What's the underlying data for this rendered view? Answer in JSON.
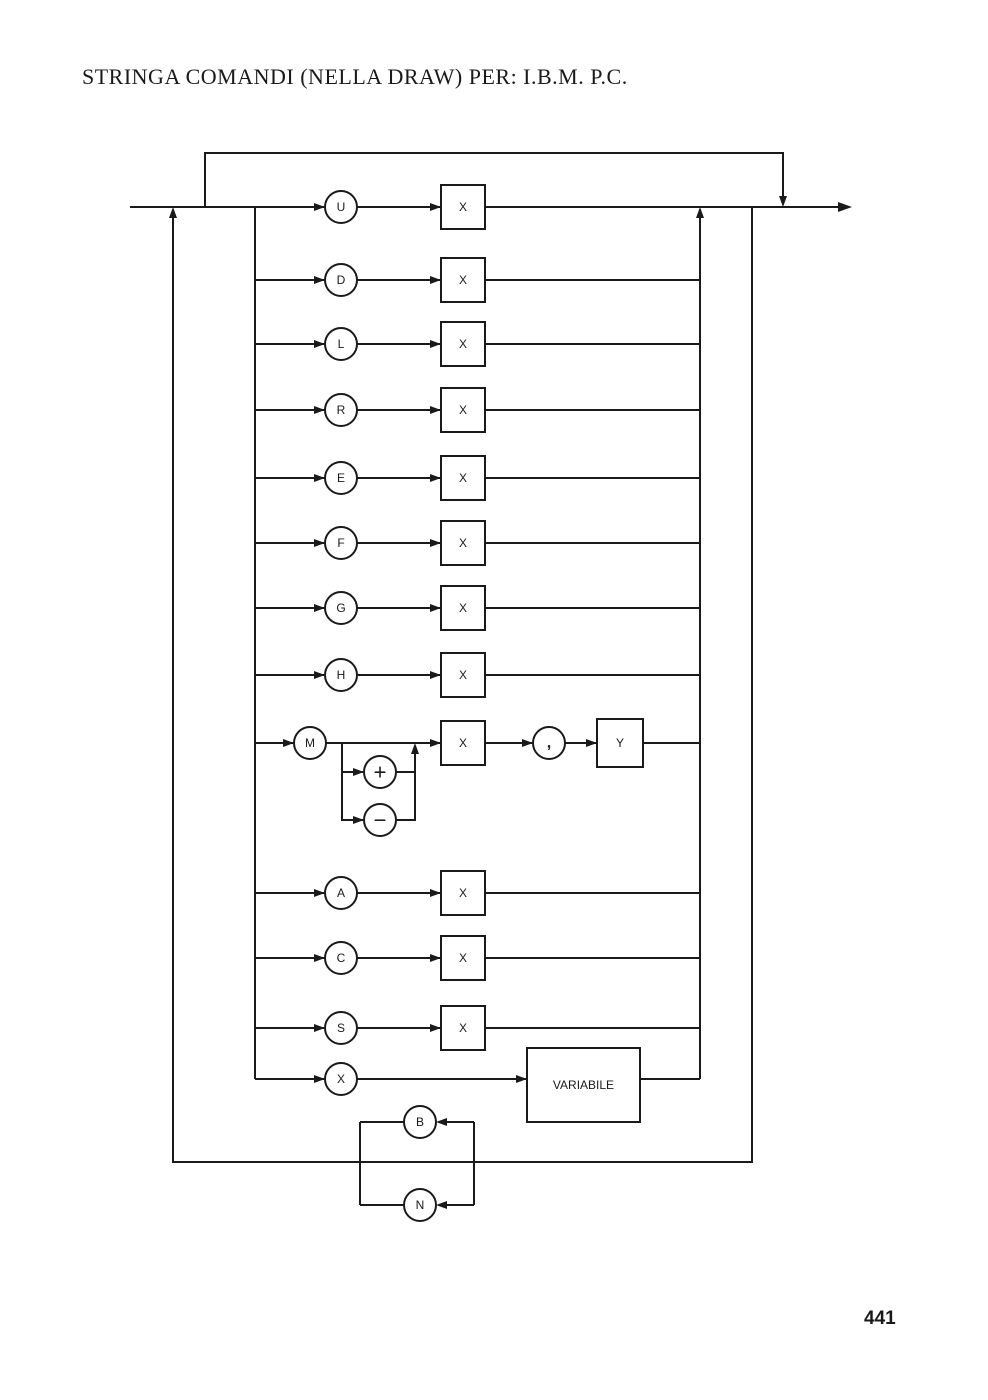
{
  "page": {
    "title": "STRINGA COMANDI (NELLA DRAW) PER: I.B.M. P.C.",
    "page_number": "441"
  },
  "diagram": {
    "commands": [
      {
        "letter": "U",
        "param": "X"
      },
      {
        "letter": "D",
        "param": "X"
      },
      {
        "letter": "L",
        "param": "X"
      },
      {
        "letter": "R",
        "param": "X"
      },
      {
        "letter": "E",
        "param": "X"
      },
      {
        "letter": "F",
        "param": "X"
      },
      {
        "letter": "G",
        "param": "X"
      },
      {
        "letter": "H",
        "param": "X"
      }
    ],
    "move": {
      "letter": "M",
      "sign_plus": "+",
      "sign_minus": "−",
      "param_x": "X",
      "separator": ",",
      "param_y": "Y"
    },
    "commands_2": [
      {
        "letter": "A",
        "param": "X"
      },
      {
        "letter": "C",
        "param": "X"
      },
      {
        "letter": "S",
        "param": "X"
      }
    ],
    "execute": {
      "letter": "X",
      "param": "VARIABILE"
    },
    "prefixes": [
      {
        "letter": "B"
      },
      {
        "letter": "N"
      }
    ]
  }
}
